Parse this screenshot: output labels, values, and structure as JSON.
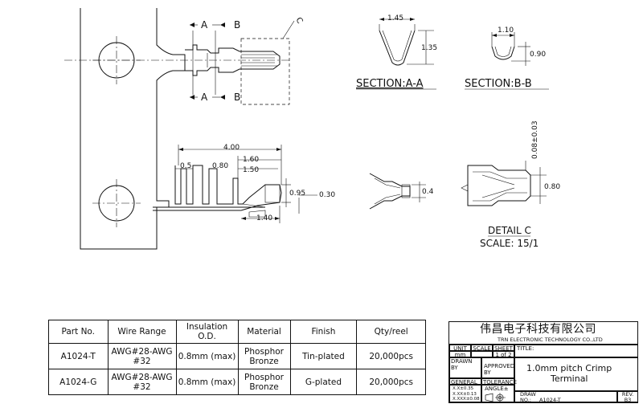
{
  "drawing": {
    "section_labels": {
      "a": "A",
      "b": "B",
      "c": "C"
    },
    "section_aa": {
      "title": "SECTION:A-A",
      "width": "1.45",
      "height": "1.35"
    },
    "section_bb": {
      "title": "SECTION:B-B",
      "width": "1.10",
      "height": "0.90"
    },
    "side_view_dims": {
      "overall": "4.00",
      "d1": "1.60",
      "d2": "1.50",
      "d3": "0.5",
      "d4": "0.80",
      "height": "0.95",
      "thickness": "0.30",
      "bottom": "1.40"
    },
    "end_view_dim": "0.4",
    "detail_c": {
      "title": "DETAIL C",
      "scale": "SCALE: 15/1",
      "height": "0.08±0.03",
      "width": "0.80"
    }
  },
  "parts_table": {
    "headers": [
      "Part No.",
      "Wire Range",
      "Insulation O.D.",
      "Material",
      "Finish",
      "Qty/reel"
    ],
    "rows": [
      {
        "part_no": "A1024-T",
        "wire_range": "AWG#28-AWG#32",
        "insulation": "0.8mm (max)",
        "material": "Phosphor Bronze",
        "finish": "Tin-plated",
        "qty": "20,000pcs"
      },
      {
        "part_no": "A1024-G",
        "wire_range": "AWG#28-AWG#32",
        "insulation": "0.8mm (max)",
        "material": "Phosphor Bronze",
        "finish": "G-plated",
        "qty": "20,000pcs"
      }
    ]
  },
  "title_block": {
    "company_cn": "伟昌电子科技有限公司",
    "company_en": "TRN ELECTRONIC TECHNOLOGY CO.,LTD",
    "unit_label": "UNIT",
    "unit_value": "mm",
    "scale_label": "SCALE",
    "sheet_label": "SHEET",
    "sheet_value": "1 of 2",
    "title_label": "TITLE:",
    "drawn_by": "DRAWN BY",
    "approved_by": "APPROVED BY",
    "title_line1": "1.0mm pitch Crimp",
    "title_line2": "Terminal",
    "general": "GENERAL",
    "tolerance": "TOLERANCE",
    "tol1": "X.X±0.35",
    "tol2": "X.XX±0.13",
    "tol3": "X.XXX±0.08",
    "angle": "ANGLE±",
    "draw_no_label": "DRAW NO.:",
    "draw_no": "A1024-T",
    "rev_label": "REV.",
    "rev": "B3"
  }
}
